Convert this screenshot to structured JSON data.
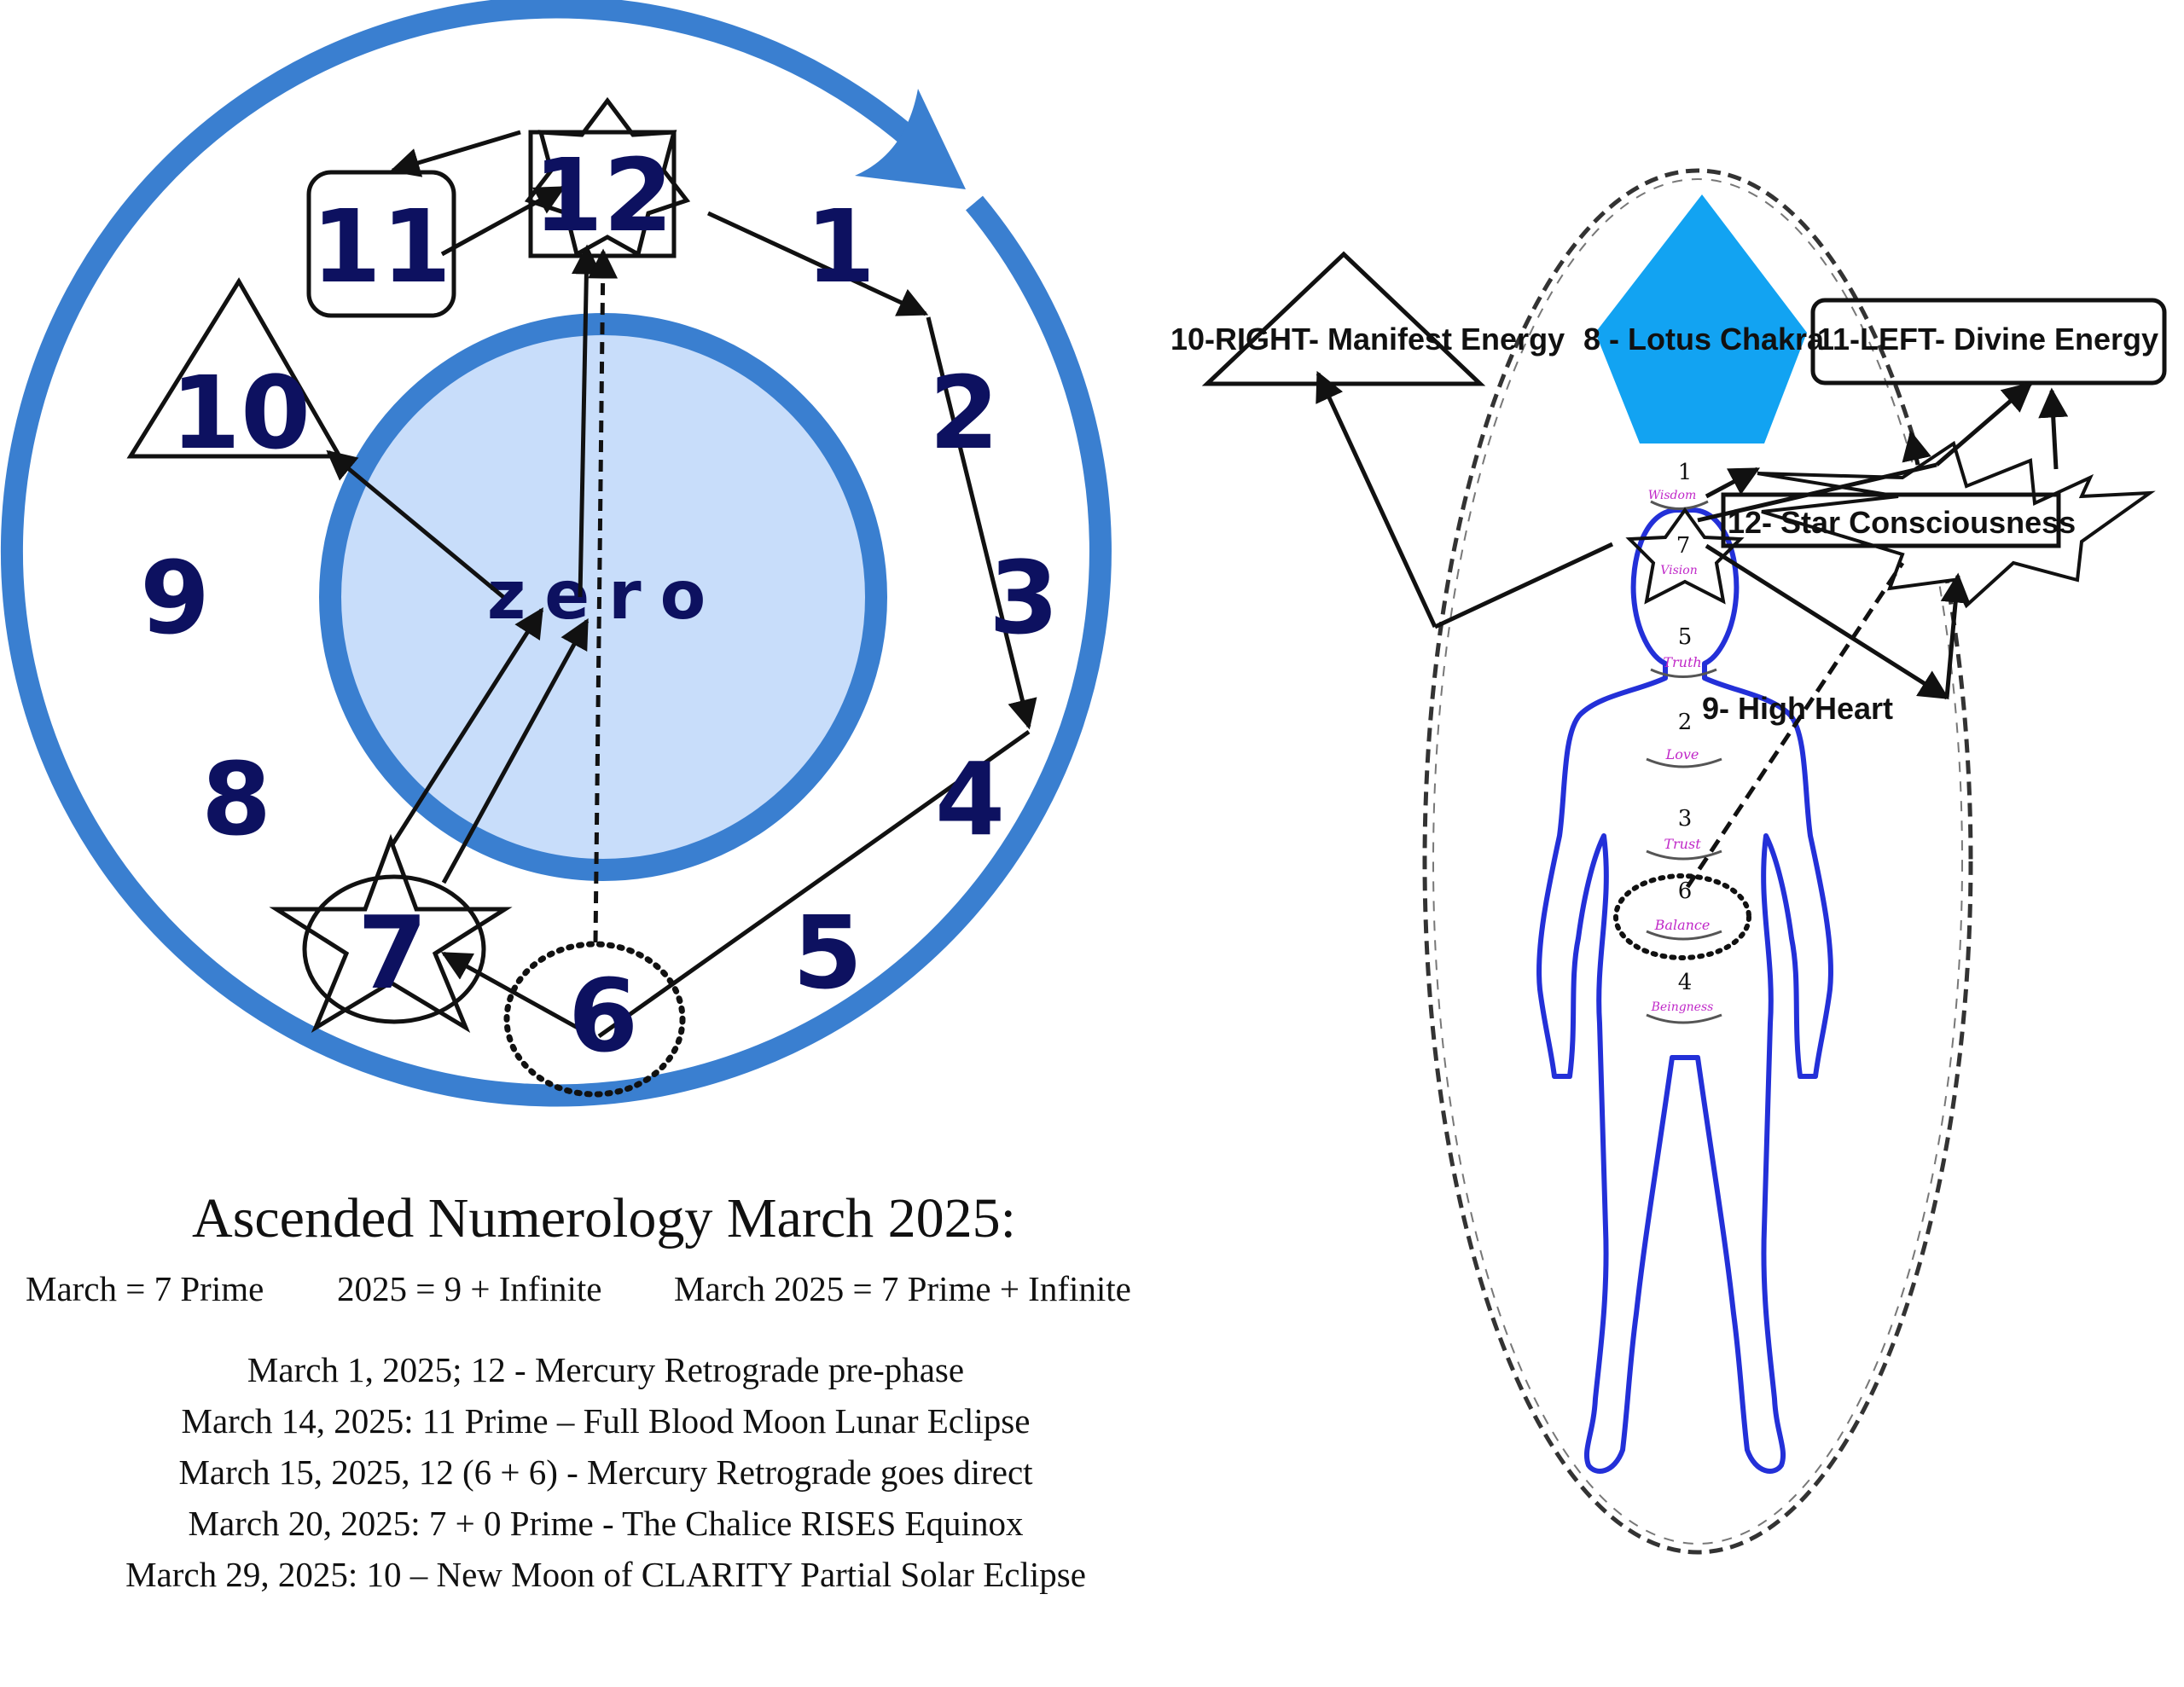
{
  "colors": {
    "ring_blue": "#3a7fd0",
    "inner_fill": "#c8ddfa",
    "number_navy": "#0d1160",
    "lotus_diamond": "#12a3f2",
    "body_outline": "#2330d8",
    "chakra_word": "#c028c8"
  },
  "clock": {
    "center_label": "zero",
    "numbers": {
      "n1": "1",
      "n2": "2",
      "n3": "3",
      "n4": "4",
      "n5": "5",
      "n6": "6",
      "n7": "7",
      "n8": "8",
      "n9": "9",
      "n10": "10",
      "n11": "11",
      "n12": "12"
    }
  },
  "body": {
    "labels": {
      "right": "10-RIGHT- Manifest Energy",
      "lotus": "8 - Lotus Chakra",
      "left": "11-LEFT- Divine Energy",
      "star": "12- Star Consciousness",
      "heart": "9- High Heart"
    },
    "chakras": [
      {
        "num": "1",
        "word": "Wisdom"
      },
      {
        "num": "7",
        "word": "Vision"
      },
      {
        "num": "5",
        "word": "Truth"
      },
      {
        "num": "2",
        "word": "Love"
      },
      {
        "num": "3",
        "word": "Trust"
      },
      {
        "num": "6",
        "word": "Balance"
      },
      {
        "num": "4",
        "word": "Beingness"
      }
    ]
  },
  "caption": {
    "title": "Ascended Numerology March 2025:",
    "summary": {
      "march": "March = 7 Prime",
      "year": "2025 = 9 + Infinite",
      "combined": "March 2025 = 7 Prime + Infinite"
    },
    "dates": [
      "March 1, 2025; 12  - Mercury Retrograde pre-phase",
      "March 14, 2025:  11 Prime – Full Blood Moon Lunar Eclipse",
      "March 15, 2025, 12 (6 + 6) - Mercury Retrograde goes direct",
      "March 20, 2025: 7 + 0 Prime - The Chalice RISES Equinox",
      "March 29, 2025: 10 – New Moon of CLARITY Partial Solar Eclipse"
    ]
  }
}
